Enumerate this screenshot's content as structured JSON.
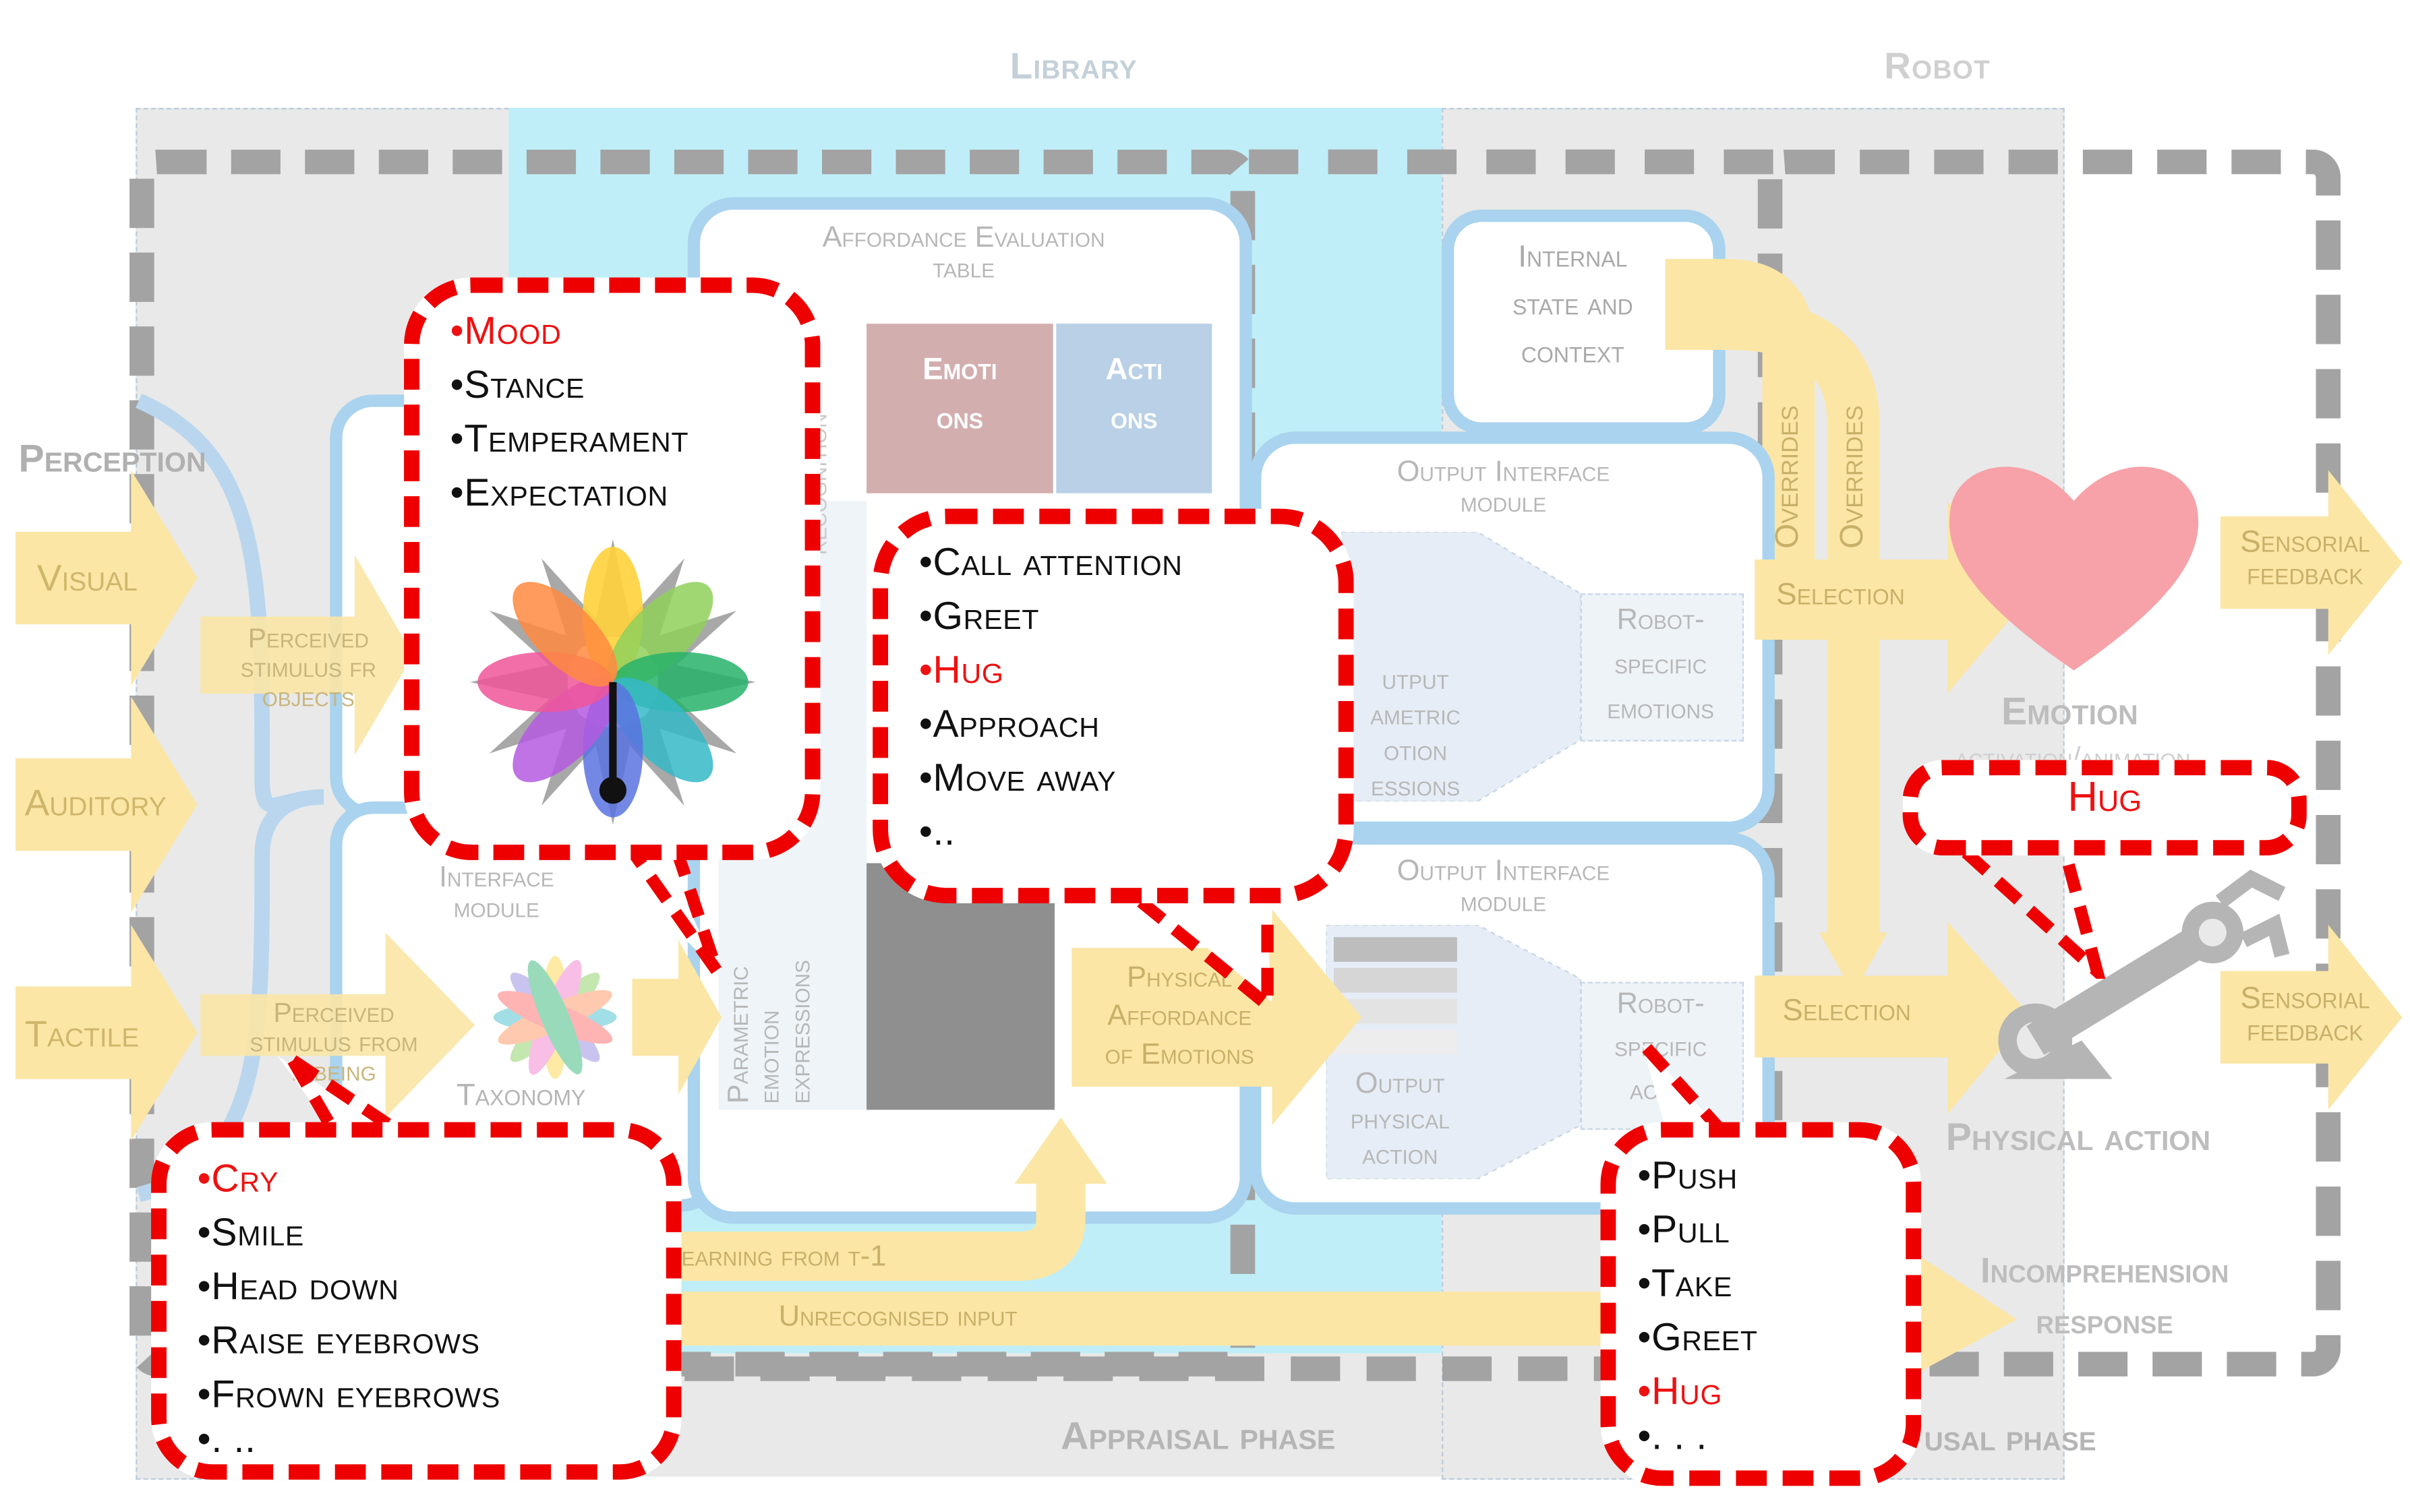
{
  "sections": {
    "library": "Library",
    "robot": "Robot"
  },
  "phases": {
    "appraisal": "Appraisal phase",
    "causal": "usal phase"
  },
  "perception": {
    "title": "Perception",
    "inputs": [
      "Visual",
      "Auditory",
      "Tactile"
    ]
  },
  "arrows": {
    "perceived_objects": [
      "Perceived",
      "stimulus fr",
      "objects"
    ],
    "perceived_human": [
      "Perceived",
      "stimulus from",
      "h      being"
    ],
    "physical_affordance": [
      "Physical",
      "Affordance",
      "of Emotions"
    ],
    "learning": "earning from t-1",
    "unrecognised": "Unrecognised input",
    "overrides": "Overrides",
    "selection": "Selection",
    "sensorial_feedback": [
      "Sensorial",
      "feedback"
    ],
    "incomprehension": [
      "Incomprehension",
      "response"
    ]
  },
  "affordance_table": {
    "title": [
      "Affordance Evaluation",
      "table"
    ],
    "emotions_header": [
      "Emoti",
      "ons"
    ],
    "actions_header": [
      "Acti",
      "ons"
    ]
  },
  "internal_state": [
    "Internal",
    "state and",
    "context"
  ],
  "output_emotion_module": {
    "title": [
      "Output Interface",
      "module"
    ],
    "left_label": [
      "utput",
      "ametric",
      "otion",
      "essions"
    ],
    "right_label": [
      "Robot-",
      "specific",
      "emotions"
    ]
  },
  "output_action_module": {
    "title": [
      "Output Interface",
      "module"
    ],
    "left_label": [
      "Output",
      "physical",
      "action"
    ],
    "right_label": [
      "Robot-",
      "specific",
      "act    s"
    ]
  },
  "input_module": {
    "title": [
      "Interface",
      "module"
    ],
    "taxonomy": "Taxonomy",
    "parametric": [
      "Parametric",
      "emotion",
      "expressions"
    ]
  },
  "recognition_label": "recognition",
  "emotion": {
    "title": "Emotion",
    "subtitle": "activation/animation"
  },
  "physical_action": "Physical action",
  "bubbles": {
    "mood": [
      "Mood",
      "Stance",
      "Temperament",
      "Expectation"
    ],
    "actions": [
      "Call attention",
      "Greet",
      "Hug",
      "Approach",
      "Move away",
      ".."
    ],
    "expressions": [
      "Cry",
      "Smile",
      "Head down",
      "Raise eyebrows",
      "Frown eyebrows",
      ". .."
    ],
    "robot_actions": [
      "Push",
      "Pull",
      "Take",
      "Greet",
      "Hug",
      ". . ."
    ],
    "hug": "Hug"
  },
  "colors": {
    "library_bg": "#bfeef8",
    "robot_bg": "#e8e8e8",
    "module_border": "#a9d3ee",
    "arrow": "#fbe6a6",
    "dash_red": "#ee0000",
    "dash_gray": "#9b9b9b",
    "heart": "#f6a2a8"
  }
}
